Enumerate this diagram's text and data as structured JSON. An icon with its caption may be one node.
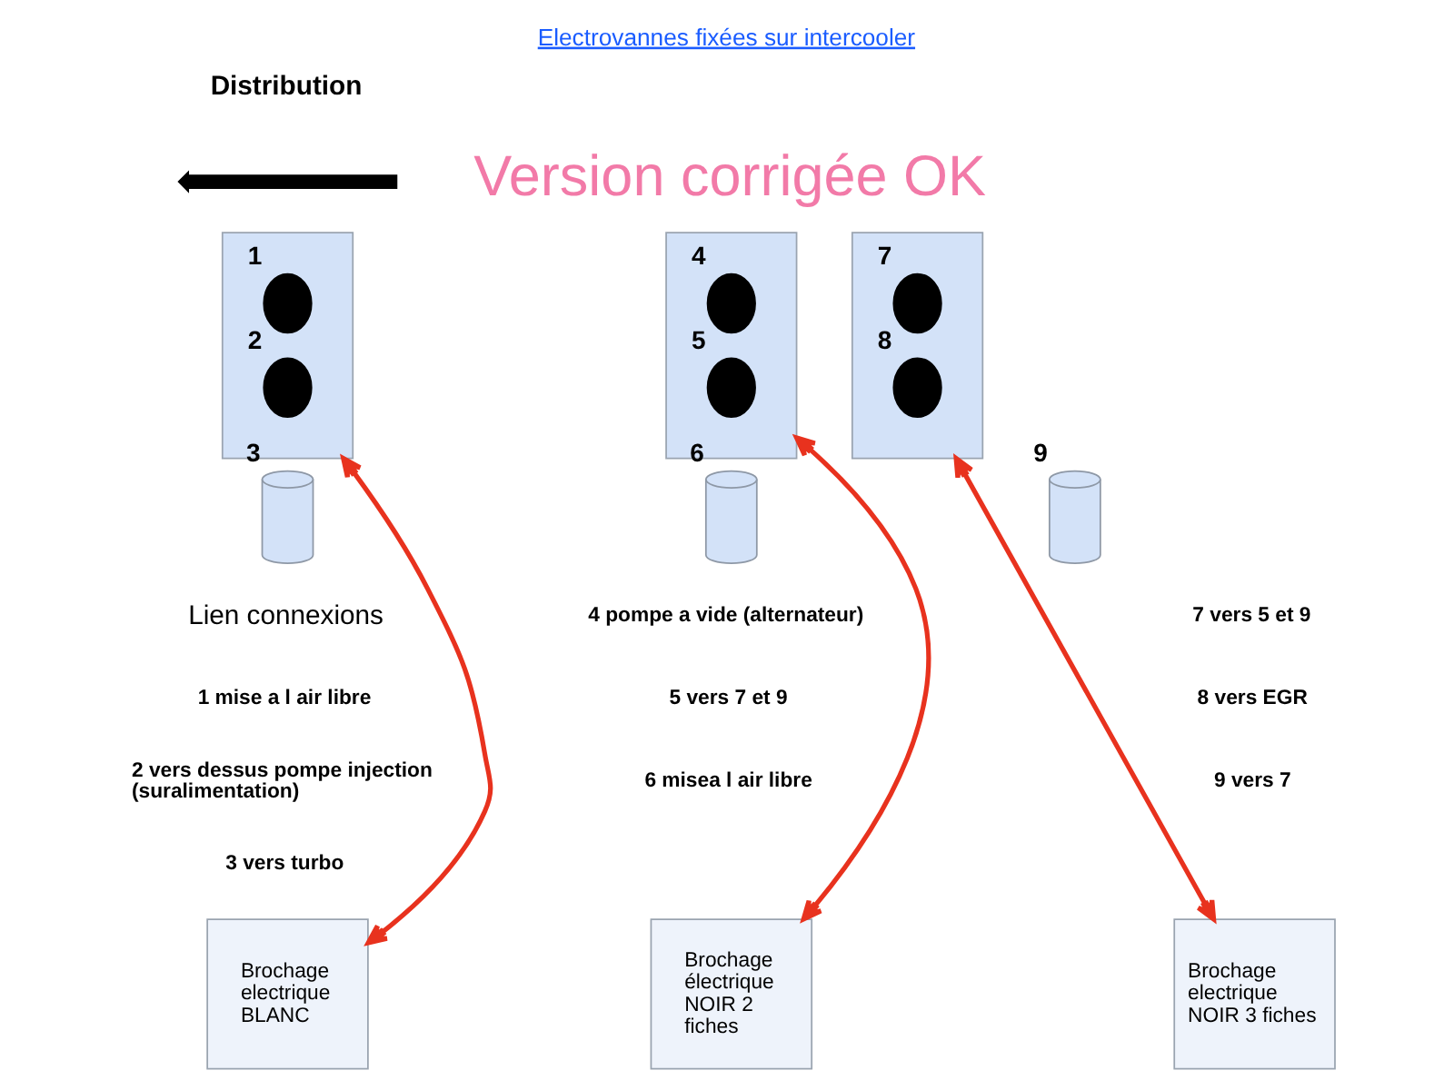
{
  "diagram": {
    "title": "Electrovannes fixées sur intercooler",
    "nodes": [
      {
        "text": [],
        "shape": "box"
      },
      {
        "text": [],
        "shape": "circle",
        "beside": [
          "1"
        ],
        "in": 0
      },
      {
        "text": [],
        "shape": "circle",
        "beside": [
          "2"
        ],
        "in": 0
      },
      {
        "text": [],
        "shape": "box"
      },
      {
        "text": [],
        "shape": "circle",
        "beside": [
          "4"
        ],
        "in": 3
      },
      {
        "text": [],
        "shape": "circle",
        "beside": [
          "5"
        ],
        "in": 3
      },
      {
        "text": [],
        "shape": "box"
      },
      {
        "text": [],
        "shape": "circle",
        "beside": [
          "7"
        ],
        "in": 6
      },
      {
        "text": [],
        "shape": "circle",
        "beside": [
          "8"
        ],
        "in": 6
      },
      {
        "text": [],
        "shape": "cylinder",
        "beside": [
          "3"
        ]
      },
      {
        "text": [],
        "shape": "cylinder",
        "beside": [
          "6"
        ]
      },
      {
        "text": [],
        "shape": "cylinder",
        "beside": [
          "9"
        ]
      },
      {
        "text": [
          "Brochage electrique BLANC"
        ]
      },
      {
        "text": [
          "Brochage électrique NOIR 2 fiches"
        ]
      },
      {
        "text": [
          "Brochage electrique NOIR 3 fiches"
        ]
      }
    ],
    "edges": [
      {
        "from": 0,
        "to": 12,
        "arrow": "both"
      },
      {
        "from": 3,
        "to": 13,
        "arrow": "both"
      },
      {
        "from": 6,
        "to": 14,
        "arrow": "both"
      }
    ],
    "labels": [
      "Distribution",
      "Version corrigée OK",
      "Lien connexions",
      "1 mise a l air libre",
      "2 vers dessus pompe injection (suralimentation)",
      "3 vers turbo",
      "4 pompe a vide (alternateur)",
      "5 vers 7 et 9",
      "6 misea l air libre",
      "7 vers 5 et 9",
      "8 vers EGR",
      "9 vers 7"
    ]
  }
}
